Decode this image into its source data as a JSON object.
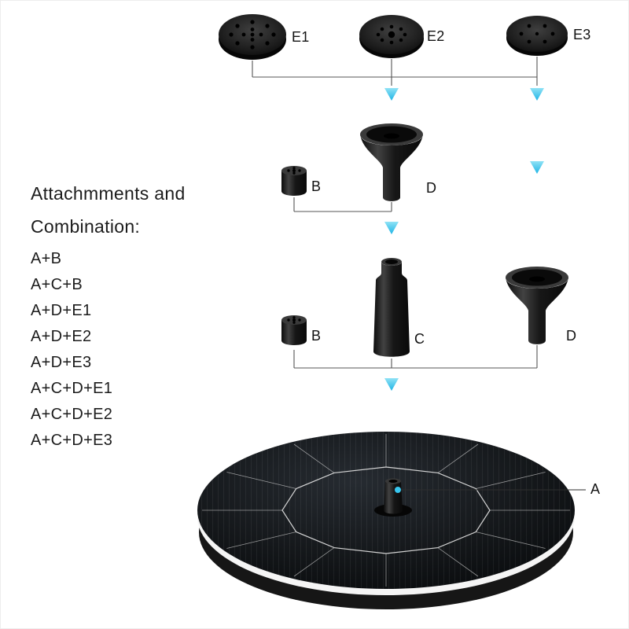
{
  "colors": {
    "background": "#ffffff",
    "arrow_cyan": "#38c6ee",
    "part_black": "#1b1b1b",
    "connector_line": "#4a4a4a"
  },
  "heading": {
    "line1": "Attachmments and",
    "line2": "Combination:"
  },
  "combinations": [
    "A+B",
    "A+C+B",
    "A+D+E1",
    "A+D+E2",
    "A+D+E3",
    "A+C+D+E1",
    "A+C+D+E2",
    "A+C+D+E3"
  ],
  "labels": {
    "e1": "E1",
    "e2": "E2",
    "e3": "E3",
    "b_upper": "B",
    "d_upper": "D",
    "b_lower": "B",
    "c": "C",
    "d_lower": "D",
    "a": "A"
  }
}
